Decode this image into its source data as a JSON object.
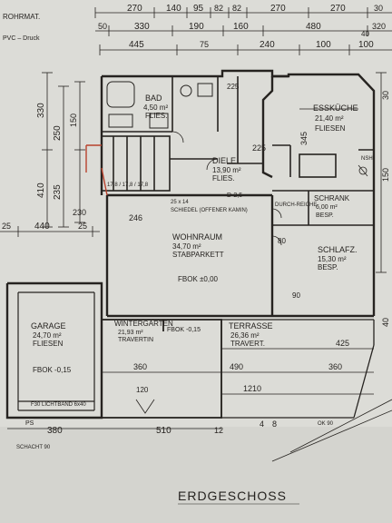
{
  "paper_color": "#dcdcd7",
  "ink_color": "#262320",
  "redline_color": "#b8412c",
  "corner_notes": {
    "line1": "ROHRMAT.",
    "line2": "PVC – Druck"
  },
  "top_dimensions": [
    "270",
    "140",
    "95",
    "82",
    "82",
    "270",
    "270",
    "30"
  ],
  "second_dimensions": [
    "50",
    "330",
    "190",
    "160",
    "480",
    "40",
    "320"
  ],
  "third_dimensions": [
    "445",
    "75",
    "240",
    "100",
    "100"
  ],
  "left_dimensions": [
    "330",
    "410",
    "250",
    "235",
    "150",
    "25",
    "440",
    "25"
  ],
  "right_dimensions": [
    "30",
    "150",
    "40"
  ],
  "rooms": [
    {
      "key": "bad",
      "name": "BAD",
      "area": "4,50 m²",
      "floor": "FLIES."
    },
    {
      "key": "essk",
      "name": "ESSKÜCHE",
      "area": "21,40 m²",
      "floor": "FLIESEN"
    },
    {
      "key": "diele",
      "name": "DIELE",
      "area": "13,90 m²",
      "floor": "FLIES."
    },
    {
      "key": "wohn",
      "name": "WOHNRAUM",
      "area": "34,70 m²",
      "floor": "STABPARKETT"
    },
    {
      "key": "schrank",
      "name": "SCHRANK",
      "area": "6,00 m²",
      "floor": "BESP."
    },
    {
      "key": "schlaf",
      "name": "SCHLAFZ.",
      "area": "15,30 m²",
      "floor": "BESP."
    },
    {
      "key": "garage",
      "name": "GARAGE",
      "area": "24,70 m²",
      "floor": "FLIESEN"
    },
    {
      "key": "wgarten",
      "name": "WINTERGARTEN",
      "area": "21,93 m²",
      "floor": "TRAVERTIN"
    },
    {
      "key": "terr",
      "name": "TERRASSE",
      "area": "26,36 m²",
      "floor": "TRAVERT."
    }
  ],
  "labels": {
    "kamin": "SCHIEDEL (OFFENER KAMIN)",
    "fbok1": "FBOK ±0,00",
    "fbok2": "FBOK -0,15",
    "fbok3": "FBOK -0,15",
    "durch": "DURCH-REICHE",
    "lichtband": "F30 LICHTBAND 6x40",
    "schacht": "SCHACHT 90",
    "ok": "OK 90",
    "nsh": "NSH",
    "stufen": "17,8 / 17,8 / 17,8",
    "dimD": "D-2,5",
    "ps": "PS",
    "kamin_size": "25 x 14"
  },
  "interior_dims": {
    "d225a": "225",
    "d225b": "225",
    "d246": "246",
    "d230": "230",
    "d425": "425",
    "d360a": "360",
    "d360b": "360",
    "d490": "490",
    "d1210": "1210",
    "d380": "380",
    "d510": "510",
    "d345": "345",
    "d90": "90",
    "d80": "80",
    "d120": "120"
  },
  "bottom_dims": [
    "380",
    "510",
    "12",
    "4",
    "8"
  ],
  "title": "ERDGESCHOSS"
}
